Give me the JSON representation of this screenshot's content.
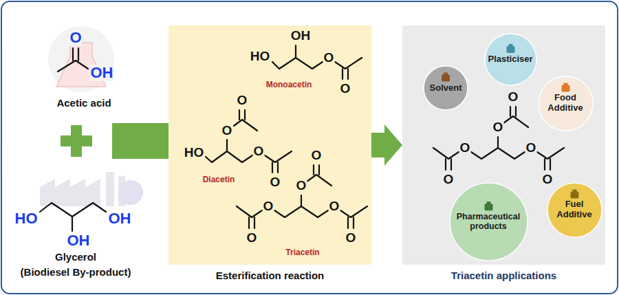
{
  "diagram": {
    "nodes": [
      {
        "text": [
          "Esterification reaction"
        ]
      },
      {
        "text": [
          "Triacetin applications"
        ]
      },
      {
        "text": [
          "Solvent"
        ],
        "in": 1
      },
      {
        "text": [
          "Plasticiser"
        ],
        "in": 1
      },
      {
        "text": [
          "Food Additive"
        ],
        "in": 1
      },
      {
        "text": [
          "Fuel Additive"
        ],
        "in": 1
      },
      {
        "text": [
          "Pharmaceutical products"
        ],
        "in": 1
      }
    ],
    "edges": [
      {
        "from": 0,
        "to": 1,
        "arrow": "to"
      }
    ],
    "labels": [
      "Acetic acid",
      "O",
      "OH",
      "HO",
      "OH",
      "OH",
      "Glycerol",
      "(Biodiesel By-product)",
      "OH",
      "HO",
      "O",
      "O",
      "Monoacetin",
      "O",
      "O",
      "HO",
      "O",
      "O",
      "Diacetin",
      "O",
      "O",
      "O",
      "O",
      "O",
      "O",
      "Triacetin",
      "O",
      "O",
      "O",
      "O",
      "O",
      "O"
    ]
  }
}
